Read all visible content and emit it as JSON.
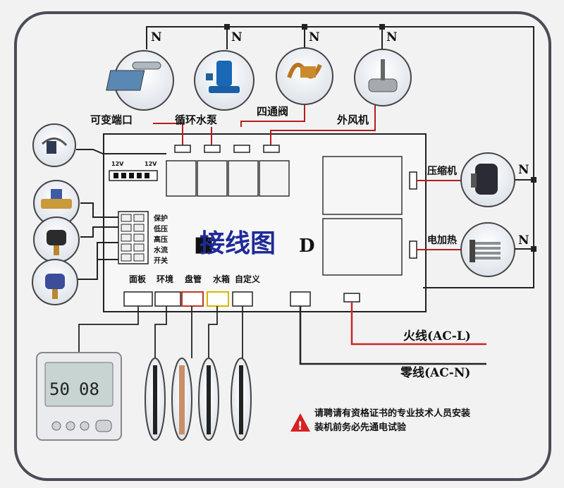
{
  "title": "接线图",
  "title_suffix": "D",
  "neutral_label": "N",
  "top_devices": [
    "可变端口",
    "循环水泵",
    "四通阀",
    "外风机"
  ],
  "right_devices": [
    "压缩机",
    "电加热"
  ],
  "relay_12v": [
    "12V",
    "12V"
  ],
  "protect_labels": [
    "保护",
    "低压",
    "高压",
    "水流",
    "开关"
  ],
  "sensor_labels": [
    "面板",
    "环境",
    "盘管",
    "水箱",
    "自定义"
  ],
  "power": {
    "live": "火线(AC-L)",
    "neutral": "零线(AC-N)"
  },
  "thermostat": {
    "value1": "50",
    "value2": "08"
  },
  "warning": {
    "line1": "请聘请有资格证书的专业技术人员安装",
    "line2": "装机前务必先通电试验"
  },
  "colors": {
    "frame": "#4a4d57",
    "wire": "#2a2a2a",
    "live_wire": "#c62828",
    "title_blue": "#1f2a99",
    "warning_red": "#d62222"
  }
}
